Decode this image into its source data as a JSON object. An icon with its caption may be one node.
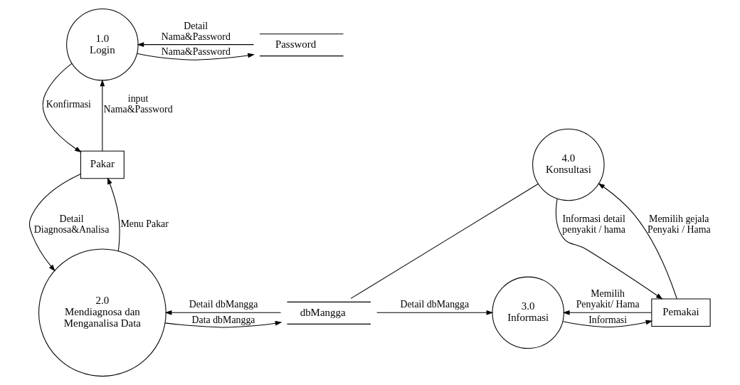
{
  "diagram": {
    "nodes": [
      {
        "text": [
          "1.0",
          "Login"
        ]
      },
      {
        "text": [
          "Password"
        ]
      },
      {
        "text": [
          "Pakar"
        ]
      },
      {
        "text": [
          "4.0",
          "Konsultasi"
        ]
      },
      {
        "text": [
          "2.0",
          "Mendiagnosa dan Menganalisa Data"
        ]
      },
      {
        "text": [
          "dbMangga"
        ]
      },
      {
        "text": [
          "3.0",
          "Informasi"
        ]
      },
      {
        "text": [
          "Pemakai"
        ]
      }
    ],
    "edges": [
      {
        "from": 2,
        "to": 0,
        "arrow": "to",
        "label": "input Nama&Password"
      },
      {
        "from": 0,
        "to": 2,
        "arrow": "to",
        "label": "Konfirmasi"
      },
      {
        "from": 0,
        "to": 1,
        "arrow": "to",
        "label": "Nama&Password"
      },
      {
        "from": 1,
        "to": 0,
        "arrow": "to",
        "label": "Detail Nama&Password"
      },
      {
        "from": 2,
        "to": 4,
        "arrow": "to",
        "label": "Detail Diagnosa&Analisa"
      },
      {
        "from": 4,
        "to": 2,
        "arrow": "to",
        "label": "Menu Pakar"
      },
      {
        "from": 4,
        "to": 5,
        "arrow": "to",
        "label": "Data dbMangga"
      },
      {
        "from": 5,
        "to": 4,
        "arrow": "to",
        "label": "Detail dbMangga"
      },
      {
        "from": 3,
        "to": 5,
        "arrow": "none"
      },
      {
        "from": 5,
        "to": 6,
        "arrow": "to",
        "label": "Detail dbMangga"
      },
      {
        "from": 6,
        "to": 7,
        "arrow": "to",
        "label": "Informasi"
      },
      {
        "from": 7,
        "to": 6,
        "arrow": "to",
        "label": "Memilih Penyakit/ Hama"
      },
      {
        "from": 3,
        "to": 7,
        "arrow": "to",
        "label": "Informasi detail penyakit / hama"
      },
      {
        "from": 7,
        "to": 3,
        "arrow": "to",
        "label": "Memilih gejala Penyaki / Hama"
      }
    ]
  }
}
